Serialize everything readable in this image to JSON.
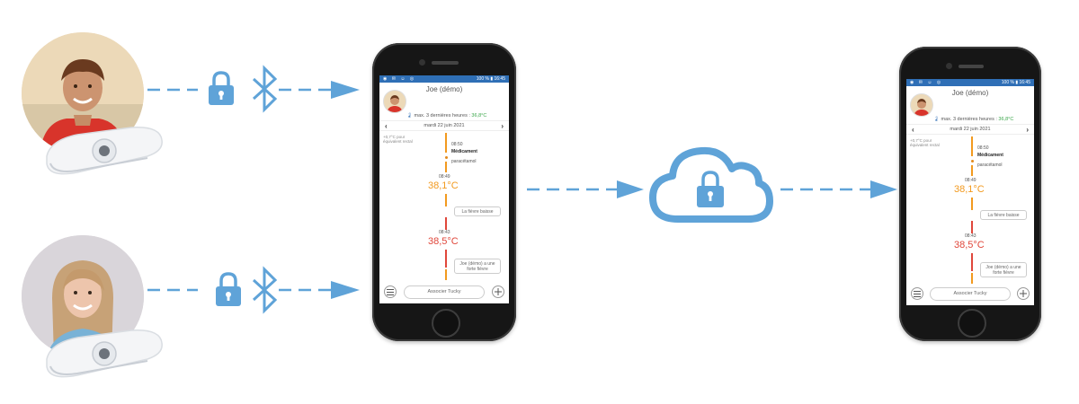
{
  "colors": {
    "accent": "#5fa3d8",
    "orange": "#f29a1f",
    "red": "#e0473b",
    "green": "#3aa64a",
    "statusbar": "#2f6fb6"
  },
  "icons": {
    "lock": "lock-icon",
    "bluetooth": "bluetooth-icon",
    "cloud": "cloud-icon",
    "arrow": "arrow-right-icon",
    "menu": "menu-icon",
    "plus": "plus-icon",
    "thermometer": "thermometer-icon"
  },
  "phones": [
    {
      "status_right": "100 % ▮ 16:45",
      "title": "Joe (démo)",
      "max_label": "max. 3 dernières heures : ",
      "max_value": "36,8°C",
      "date": "mardi 22 juin 2021",
      "note": "+0,7°C pour équivalent rectal",
      "event1_time": "08:50",
      "event1_type": "Médicament",
      "event1_desc": "paracétamol",
      "reading1_time": "08:49",
      "reading1_temp": "38,1°C",
      "reading1_msg": "La fièvre baisse",
      "reading2_time": "08:43",
      "reading2_temp": "38,5°C",
      "reading2_msg": "Joe (démo) a une forte fièvre",
      "action_label": "Associer Tucky"
    },
    {
      "status_right": "100 % ▮ 16:45",
      "title": "Joe (démo)",
      "max_label": "max. 3 dernières heures : ",
      "max_value": "36,8°C",
      "date": "mardi 22 juin 2021",
      "note": "+0,7°C pour équivalent rectal",
      "event1_time": "08:50",
      "event1_type": "Médicament",
      "event1_desc": "paracétamol",
      "reading1_time": "08:49",
      "reading1_temp": "38,1°C",
      "reading1_msg": "La fièvre baisse",
      "reading2_time": "08:43",
      "reading2_temp": "38,5°C",
      "reading2_msg": "Joe (démo) a une forte fièvre",
      "action_label": "Associer Tucky"
    }
  ]
}
